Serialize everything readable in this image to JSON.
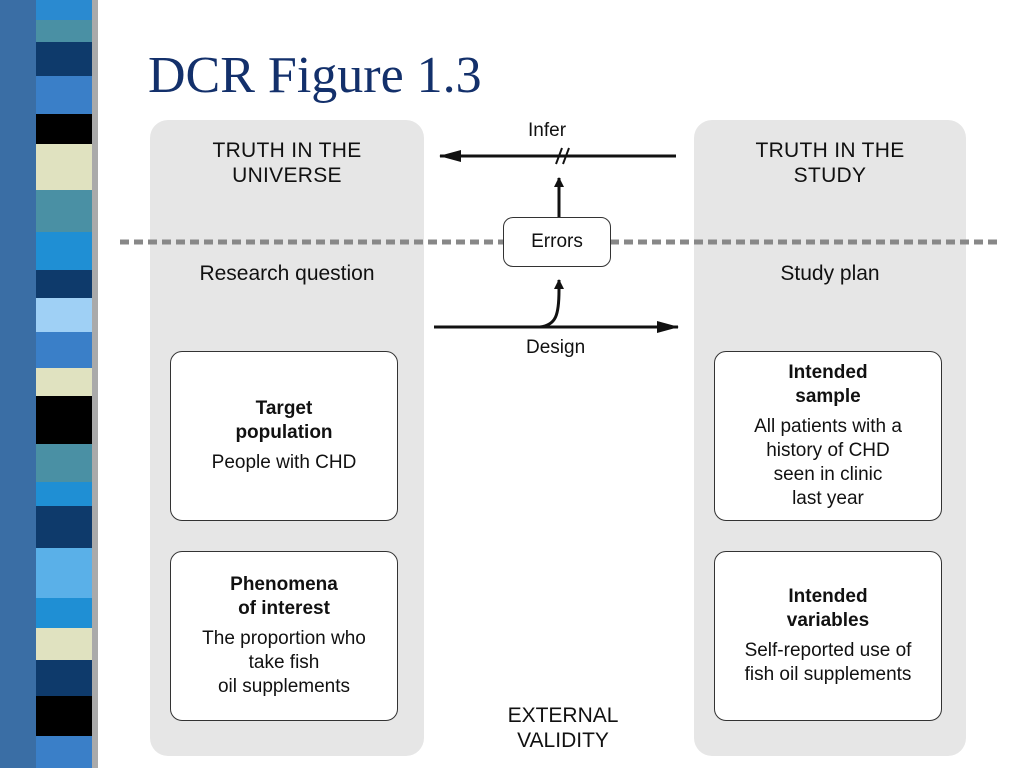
{
  "title": "DCR Figure 1.3",
  "left_panel": {
    "heading": "TRUTH IN THE\nUNIVERSE",
    "subheading": "Research question",
    "cards": [
      {
        "title": "Target\npopulation",
        "body": "People with CHD"
      },
      {
        "title": "Phenomena\nof interest",
        "body": "The proportion who\ntake fish\noil supplements"
      }
    ]
  },
  "right_panel": {
    "heading": "TRUTH IN THE\nSTUDY",
    "subheading": "Study plan",
    "cards": [
      {
        "title": "Intended\nsample",
        "body": "All patients with a\nhistory of CHD\nseen in clinic\nlast year"
      },
      {
        "title": "Intended\nvariables",
        "body": "Self-reported use of\nfish oil supplements"
      }
    ]
  },
  "center": {
    "infer_label": "Infer",
    "errors_label": "Errors",
    "design_label": "Design",
    "footer": "EXTERNAL\nVALIDITY"
  },
  "colors": {
    "title": "#13306b",
    "panel": "#e6e6e6",
    "stripes": [
      "#4a90a4",
      "#0e3a6b",
      "#1f8fd4",
      "#000000",
      "#e0e2c0",
      "#5ab0e8",
      "#3a7fc8"
    ]
  }
}
